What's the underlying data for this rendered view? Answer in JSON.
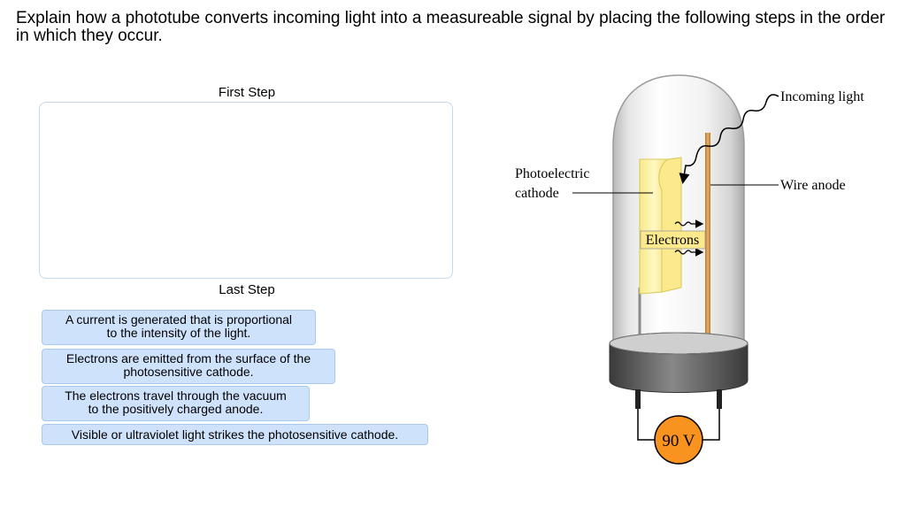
{
  "question": "Explain how a phototube converts incoming light into a measureable signal by placing the following steps in the order in which they occur.",
  "zone": {
    "first_label": "First Step",
    "last_label": "Last Step"
  },
  "tiles": [
    {
      "line1": "A current is generated that is proportional",
      "line2": "to the intensity of the light."
    },
    {
      "line1": "Electrons are emitted from the surface of the",
      "line2": "photosensitive cathode."
    },
    {
      "line1": "The electrons travel through the vacuum",
      "line2": "to the positively charged anode."
    },
    {
      "line1": "Visible or ultraviolet light strikes the photosensitive cathode.",
      "line2": ""
    }
  ],
  "diagram": {
    "incoming_light": "Incoming light",
    "cathode_line1": "Photoelectric",
    "cathode_line2": "cathode",
    "wire_anode": "Wire anode",
    "electrons": "Electrons",
    "voltage": "90 V",
    "colors": {
      "cathode": "#fdf6a8",
      "anode": "#d59a55",
      "meter": "#f7931e",
      "base": "#555555"
    }
  }
}
